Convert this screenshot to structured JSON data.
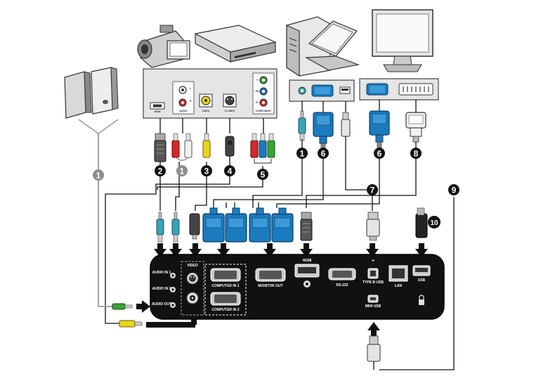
{
  "projector_ports": {
    "audio_in_1": "AUDIO IN 1",
    "audio_in_2": "AUDIO IN 2",
    "audio_out": "AUDIO OUT",
    "video": "VIDEO",
    "computer_in_1": "COMPUTER IN 1",
    "computer_in_2": "COMPUTER IN 2",
    "monitor_out": "MONITOR OUT",
    "hdmi": "HDMI",
    "rs232": "RS-232",
    "type_b_usb": "TYPE B USB",
    "lan": "LAN",
    "usb": "USB",
    "mini_usb": "MINI USB"
  },
  "source_panel_ports": {
    "hdmi": "HDMI",
    "audio": "AUDIO",
    "video": "VIDEO",
    "s_video": "S-VIDEO",
    "component": "COMPONENT",
    "l": "L",
    "r": "R",
    "y": "Y",
    "pb": "Pb",
    "pr": "Pr"
  },
  "callouts": [
    "1",
    "2",
    "1",
    "3",
    "4",
    "5",
    "1",
    "6",
    "6",
    "8",
    "7",
    "9",
    "10"
  ],
  "colors": {
    "connector_blue": "#1b7bbf",
    "cable_green": "#3aa335",
    "cable_yellow": "#e8d51a",
    "cable_red": "#d42a2a",
    "panel_black": "#111111",
    "callout_black": "#111111",
    "callout_gray": "#8c8c8c"
  }
}
